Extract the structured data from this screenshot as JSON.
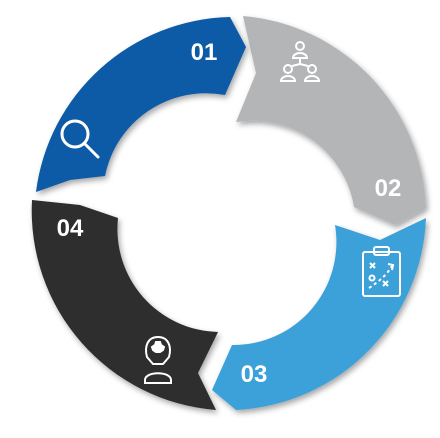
{
  "diagram": {
    "type": "cycle",
    "steps": [
      {
        "number": "01",
        "icon": "search-icon",
        "color": "#0b5aa6"
      },
      {
        "number": "02",
        "icon": "team-network-icon",
        "color": "#b4b5b7"
      },
      {
        "number": "03",
        "icon": "strategy-clipboard-icon",
        "color": "#3ea1d9"
      },
      {
        "number": "04",
        "icon": "user-idea-icon",
        "color": "#2d2d2d"
      }
    ]
  }
}
